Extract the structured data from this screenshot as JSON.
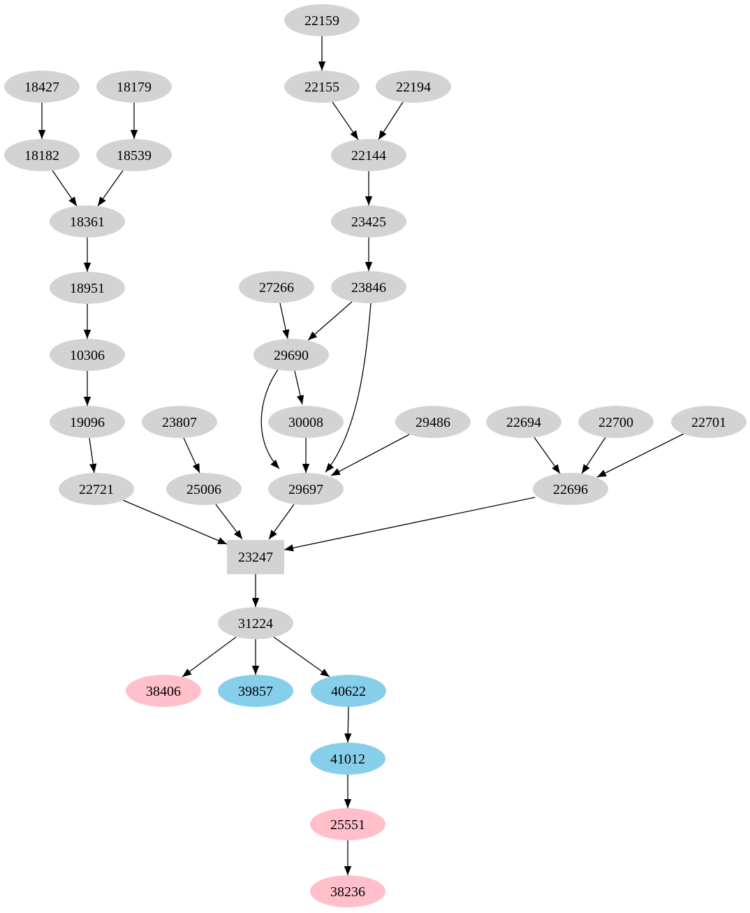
{
  "diagram": {
    "type": "directed-graph",
    "background": "#ffffff",
    "colors": {
      "node_default": "#d3d3d3",
      "node_blue": "#87ceeb",
      "node_pink": "#ffc0cb",
      "edge": "#000000",
      "text": "#000000"
    },
    "nodes": {
      "n22159": {
        "label": "22159",
        "shape": "ellipse",
        "fill": "#d3d3d3"
      },
      "n18427": {
        "label": "18427",
        "shape": "ellipse",
        "fill": "#d3d3d3"
      },
      "n18179": {
        "label": "18179",
        "shape": "ellipse",
        "fill": "#d3d3d3"
      },
      "n22155": {
        "label": "22155",
        "shape": "ellipse",
        "fill": "#d3d3d3"
      },
      "n22194": {
        "label": "22194",
        "shape": "ellipse",
        "fill": "#d3d3d3"
      },
      "n18182": {
        "label": "18182",
        "shape": "ellipse",
        "fill": "#d3d3d3"
      },
      "n18539": {
        "label": "18539",
        "shape": "ellipse",
        "fill": "#d3d3d3"
      },
      "n22144": {
        "label": "22144",
        "shape": "ellipse",
        "fill": "#d3d3d3"
      },
      "n18361": {
        "label": "18361",
        "shape": "ellipse",
        "fill": "#d3d3d3"
      },
      "n23425": {
        "label": "23425",
        "shape": "ellipse",
        "fill": "#d3d3d3"
      },
      "n18951": {
        "label": "18951",
        "shape": "ellipse",
        "fill": "#d3d3d3"
      },
      "n27266": {
        "label": "27266",
        "shape": "ellipse",
        "fill": "#d3d3d3"
      },
      "n23846": {
        "label": "23846",
        "shape": "ellipse",
        "fill": "#d3d3d3"
      },
      "n10306": {
        "label": "10306",
        "shape": "ellipse",
        "fill": "#d3d3d3"
      },
      "n29690": {
        "label": "29690",
        "shape": "ellipse",
        "fill": "#d3d3d3"
      },
      "n19096": {
        "label": "19096",
        "shape": "ellipse",
        "fill": "#d3d3d3"
      },
      "n23807": {
        "label": "23807",
        "shape": "ellipse",
        "fill": "#d3d3d3"
      },
      "n30008": {
        "label": "30008",
        "shape": "ellipse",
        "fill": "#d3d3d3"
      },
      "n29486": {
        "label": "29486",
        "shape": "ellipse",
        "fill": "#d3d3d3"
      },
      "n22694": {
        "label": "22694",
        "shape": "ellipse",
        "fill": "#d3d3d3"
      },
      "n22700": {
        "label": "22700",
        "shape": "ellipse",
        "fill": "#d3d3d3"
      },
      "n22701": {
        "label": "22701",
        "shape": "ellipse",
        "fill": "#d3d3d3"
      },
      "n22721": {
        "label": "22721",
        "shape": "ellipse",
        "fill": "#d3d3d3"
      },
      "n25006": {
        "label": "25006",
        "shape": "ellipse",
        "fill": "#d3d3d3"
      },
      "n29697": {
        "label": "29697",
        "shape": "ellipse",
        "fill": "#d3d3d3"
      },
      "n22696": {
        "label": "22696",
        "shape": "ellipse",
        "fill": "#d3d3d3"
      },
      "n23247": {
        "label": "23247",
        "shape": "box",
        "fill": "#d3d3d3"
      },
      "n31224": {
        "label": "31224",
        "shape": "ellipse",
        "fill": "#d3d3d3"
      },
      "n38406": {
        "label": "38406",
        "shape": "ellipse",
        "fill": "#ffc0cb"
      },
      "n39857": {
        "label": "39857",
        "shape": "ellipse",
        "fill": "#87ceeb"
      },
      "n40622": {
        "label": "40622",
        "shape": "ellipse",
        "fill": "#87ceeb"
      },
      "n41012": {
        "label": "41012",
        "shape": "ellipse",
        "fill": "#87ceeb"
      },
      "n25551": {
        "label": "25551",
        "shape": "ellipse",
        "fill": "#ffc0cb"
      },
      "n38236": {
        "label": "38236",
        "shape": "ellipse",
        "fill": "#ffc0cb"
      }
    },
    "edges": [
      {
        "from": "22159",
        "to": "22155"
      },
      {
        "from": "22155",
        "to": "22144"
      },
      {
        "from": "22194",
        "to": "22144"
      },
      {
        "from": "22144",
        "to": "23425"
      },
      {
        "from": "23425",
        "to": "23846"
      },
      {
        "from": "23846",
        "to": "29690"
      },
      {
        "from": "27266",
        "to": "29690"
      },
      {
        "from": "29690",
        "to": "30008"
      },
      {
        "from": "29690",
        "to": "29697"
      },
      {
        "from": "30008",
        "to": "29697"
      },
      {
        "from": "23846",
        "to": "29697"
      },
      {
        "from": "29486",
        "to": "29697"
      },
      {
        "from": "18427",
        "to": "18182"
      },
      {
        "from": "18179",
        "to": "18539"
      },
      {
        "from": "18182",
        "to": "18361"
      },
      {
        "from": "18539",
        "to": "18361"
      },
      {
        "from": "18361",
        "to": "18951"
      },
      {
        "from": "18951",
        "to": "10306"
      },
      {
        "from": "10306",
        "to": "19096"
      },
      {
        "from": "19096",
        "to": "22721"
      },
      {
        "from": "23807",
        "to": "25006"
      },
      {
        "from": "22721",
        "to": "23247"
      },
      {
        "from": "25006",
        "to": "23247"
      },
      {
        "from": "29697",
        "to": "23247"
      },
      {
        "from": "22694",
        "to": "22696"
      },
      {
        "from": "22700",
        "to": "22696"
      },
      {
        "from": "22701",
        "to": "22696"
      },
      {
        "from": "22696",
        "to": "23247"
      },
      {
        "from": "23247",
        "to": "31224"
      },
      {
        "from": "31224",
        "to": "38406"
      },
      {
        "from": "31224",
        "to": "39857"
      },
      {
        "from": "31224",
        "to": "40622"
      },
      {
        "from": "40622",
        "to": "41012"
      },
      {
        "from": "41012",
        "to": "25551"
      },
      {
        "from": "25551",
        "to": "38236"
      }
    ]
  }
}
